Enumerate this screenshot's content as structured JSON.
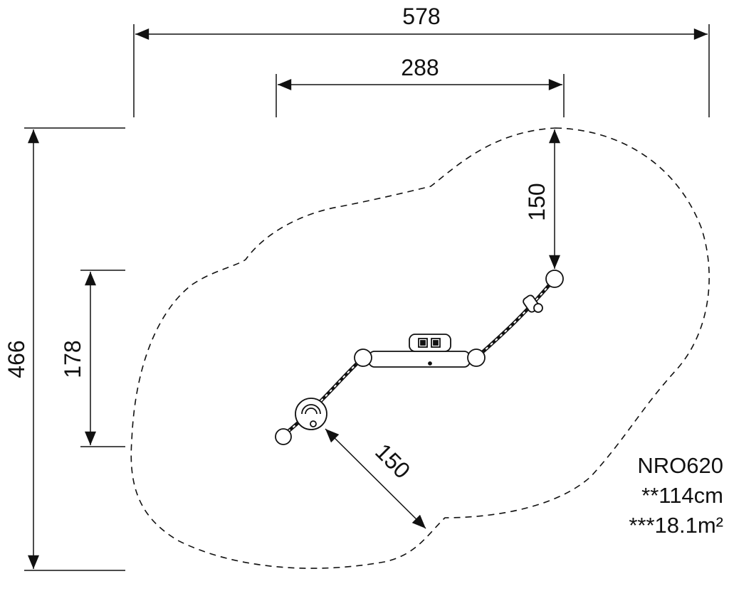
{
  "dimensions": {
    "overall_width": "578",
    "inner_width": "288",
    "overall_depth": "466",
    "inner_depth": "178",
    "safety_top": "150",
    "safety_bottom": "150"
  },
  "product": {
    "code": "NRO620",
    "height": "**114cm",
    "area": "***18.1m²"
  },
  "colors": {
    "line": "#111111",
    "background": "#ffffff"
  }
}
